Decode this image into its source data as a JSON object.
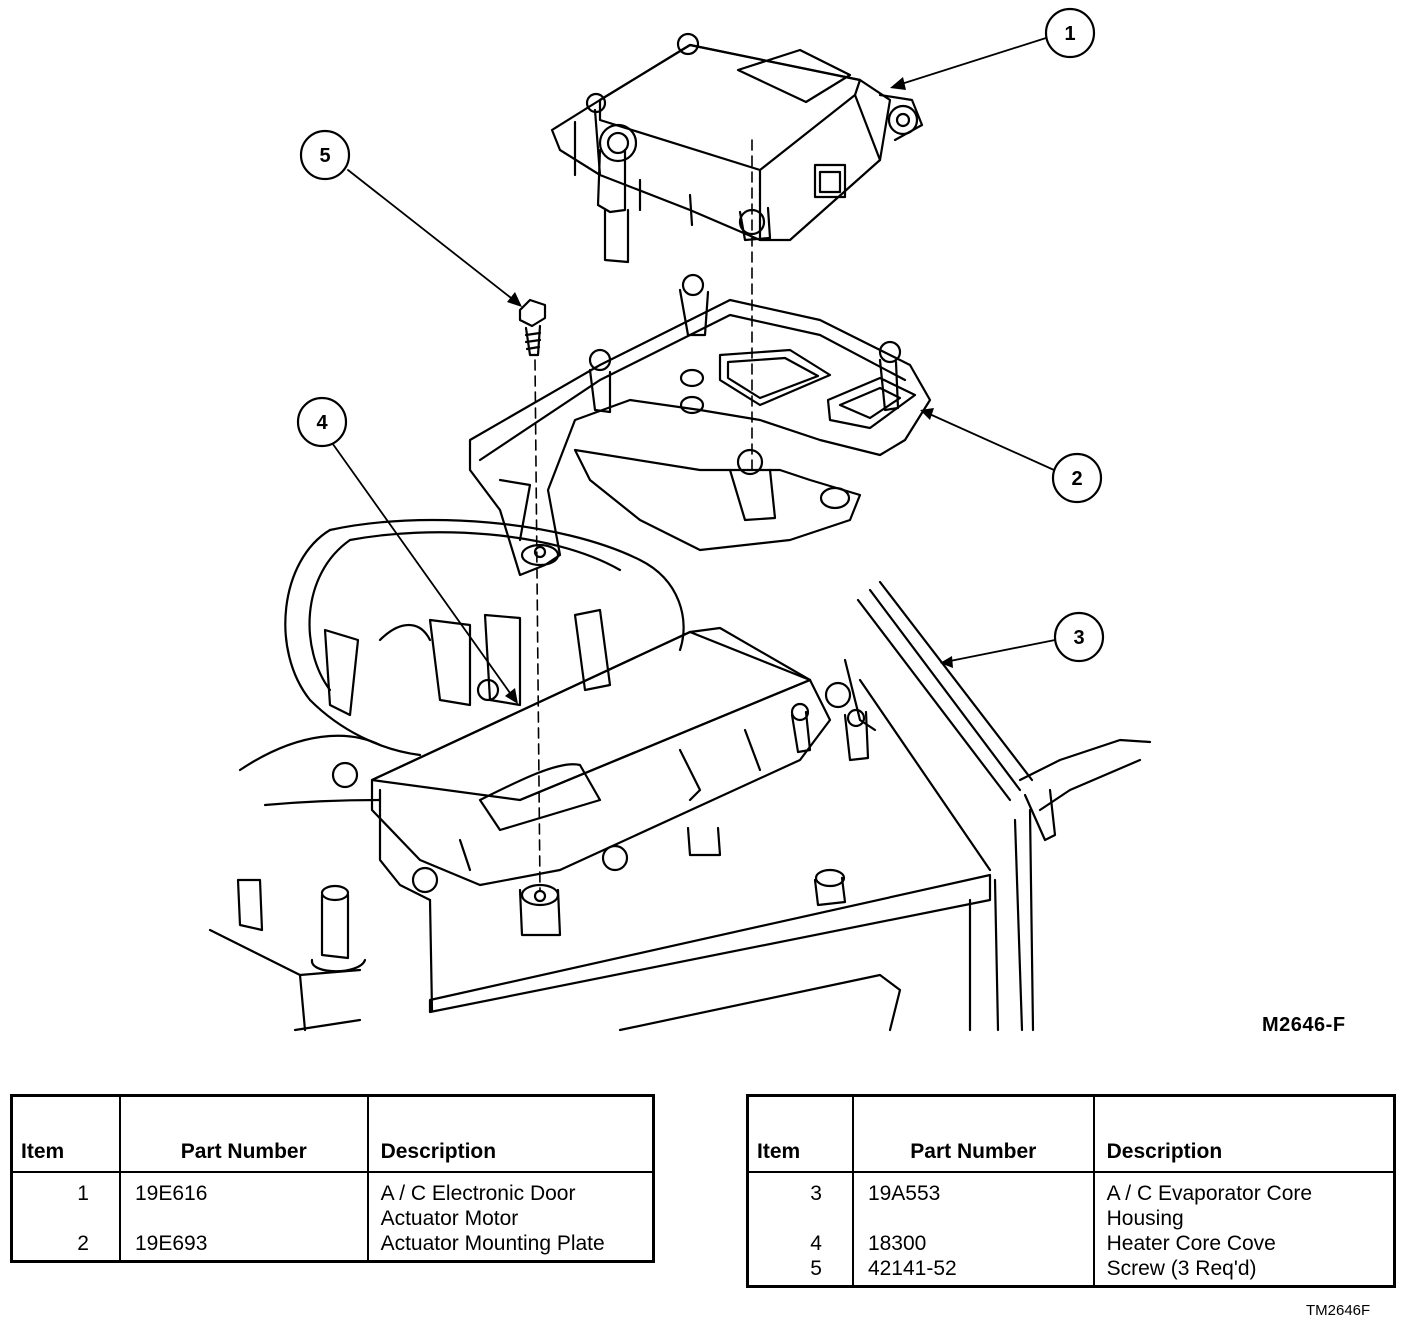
{
  "callouts": [
    "1",
    "2",
    "3",
    "4",
    "5"
  ],
  "figure_code": "M2646-F",
  "footer_code": "TM2646F",
  "tables": {
    "headers": {
      "item": "Item",
      "part_number": "Part Number",
      "description": "Description"
    },
    "left": [
      {
        "item": "1",
        "part_number": "19E616",
        "description": "A / C Electronic Door Actuator Motor"
      },
      {
        "item": "2",
        "part_number": "19E693",
        "description": "Actuator Mounting Plate"
      }
    ],
    "right": [
      {
        "item": "3",
        "part_number": "19A553",
        "description": "A / C Evaporator Core Housing"
      },
      {
        "item": "4",
        "part_number": "18300",
        "description": "Heater Core Cove"
      },
      {
        "item": "5",
        "part_number": "42141-52",
        "description": "Screw (3 Req'd)"
      }
    ]
  }
}
